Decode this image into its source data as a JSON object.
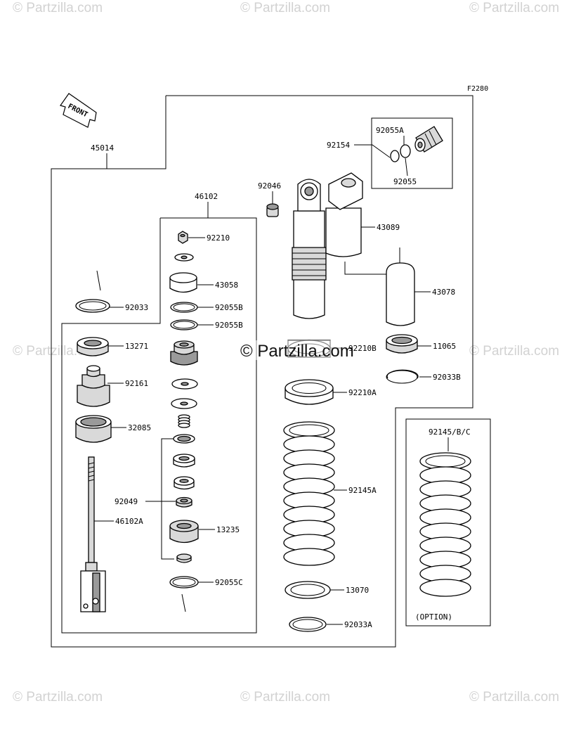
{
  "watermark": {
    "text": "© Partzilla.com",
    "center_text": "© Partzilla.com"
  },
  "figure_code": "F2280",
  "front_label": "FRONT",
  "option_label": "(OPTION)",
  "part_labels": {
    "p45014": "45014",
    "p46102": "46102",
    "p92210": "92210",
    "p43058": "43058",
    "p92055B_1": "92055B",
    "p92055B_2": "92055B",
    "p92033": "92033",
    "p13271": "13271",
    "p92161": "92161",
    "p32085": "32085",
    "p92049": "92049",
    "p46102A": "46102A",
    "p13235": "13235",
    "p92055C": "92055C",
    "p92055A": "92055A",
    "p92154": "92154",
    "p92055": "92055",
    "p92046": "92046",
    "p43089": "43089",
    "p43078": "43078",
    "p92210B": "92210B",
    "p11065": "11065",
    "p92033B": "92033B",
    "p92210A": "92210A",
    "p92145A": "92145A",
    "p13070": "13070",
    "p92033A": "92033A",
    "p92145BC": "92145/B/C"
  }
}
